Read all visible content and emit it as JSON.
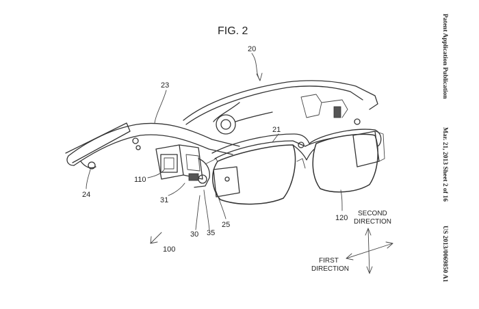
{
  "figure": {
    "title": "FIG. 2"
  },
  "side_text": {
    "publication": "Patent Application Publication",
    "date_sheet": "Mar. 21, 2013  Sheet 2 of 16",
    "number": "US 2013/0069850 A1"
  },
  "labels": {
    "l20": "20",
    "l21": "21",
    "l23": "23",
    "l24": "24",
    "l25": "25",
    "l30": "30",
    "l31": "31",
    "l35": "35",
    "l100": "100",
    "l110": "110",
    "l120": "120"
  },
  "directions": {
    "second_line1": "SECOND",
    "second_line2": "DIRECTION",
    "first_line1": "FIRST",
    "first_line2": "DIRECTION"
  }
}
